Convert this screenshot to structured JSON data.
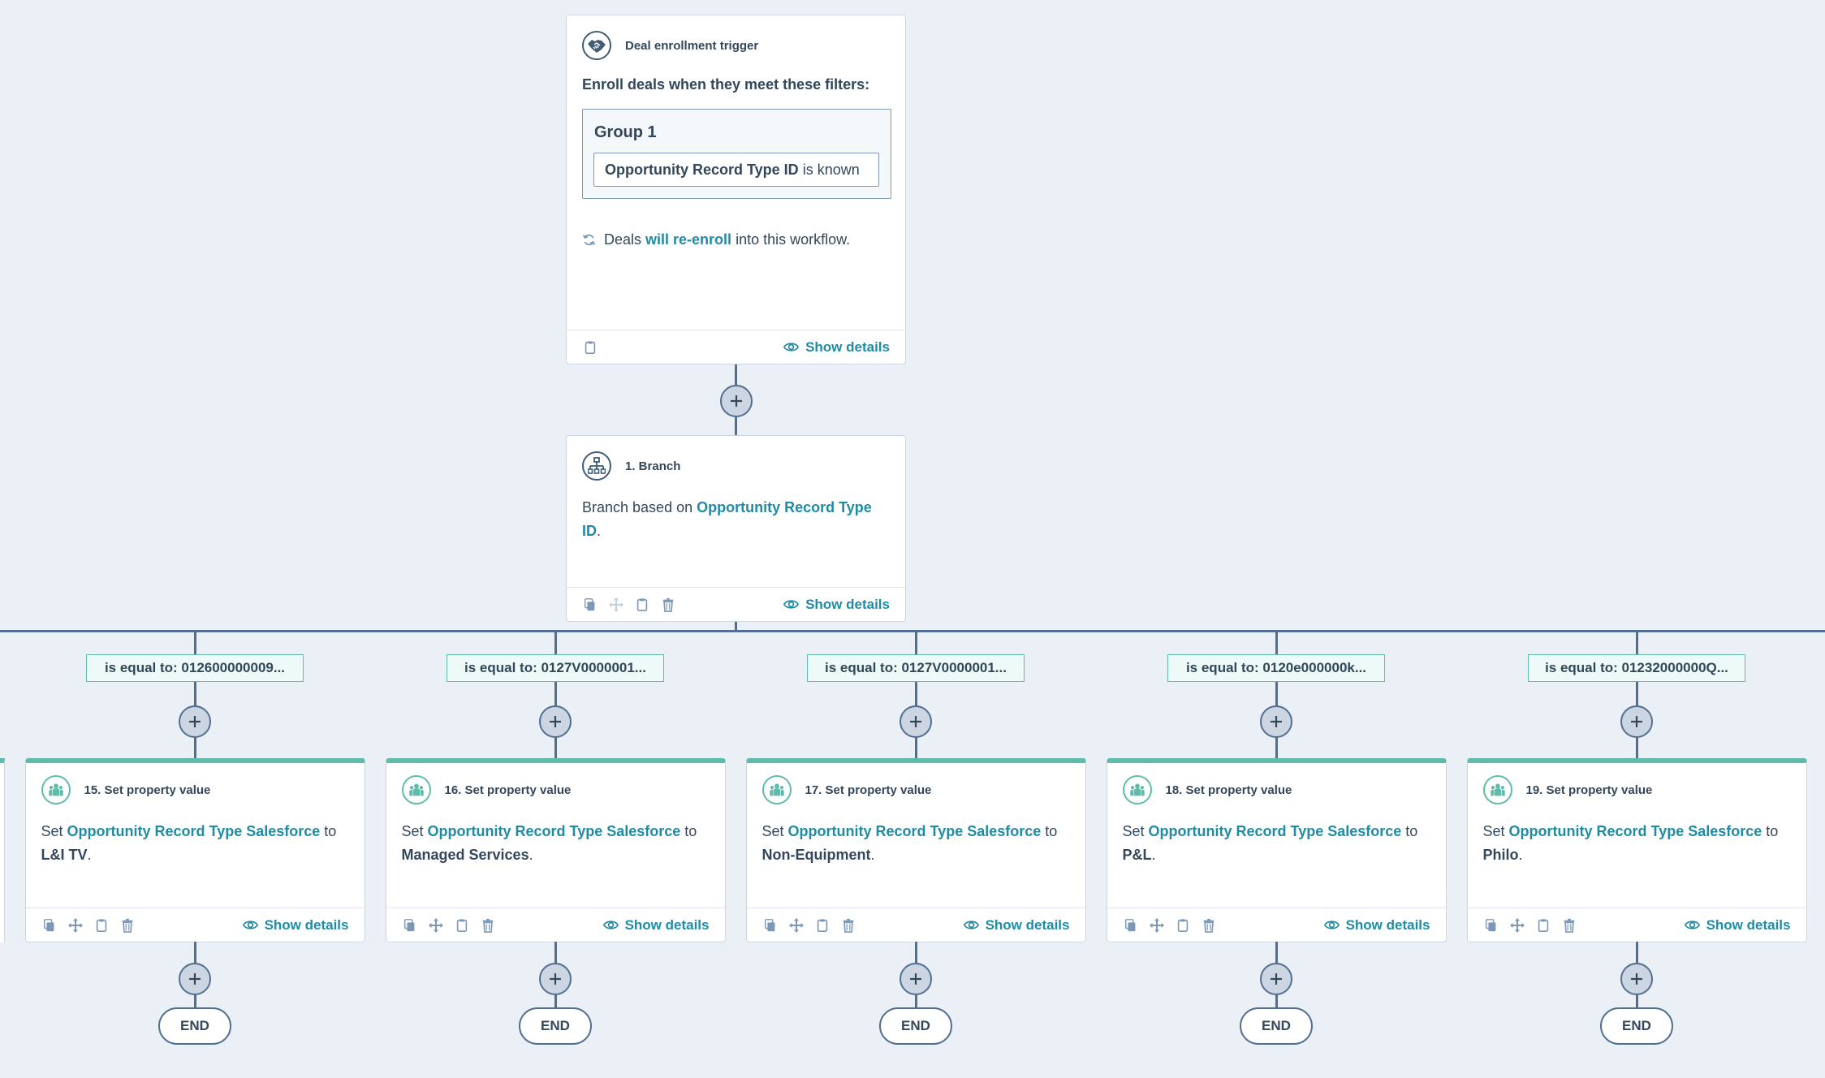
{
  "colors": {
    "background": "#eaf0f6",
    "accent_teal": "#5fbcaa",
    "link": "#1f8ba5",
    "connector": "#516f90"
  },
  "trigger": {
    "title": "Deal enrollment trigger",
    "icon": "handshake-icon",
    "subtitle": "Enroll deals when they meet these filters:",
    "group_title": "Group 1",
    "filter_property": "Opportunity Record Type ID",
    "filter_op": " is known",
    "reenroll_prefix": "Deals ",
    "reenroll_link": "will re-enroll",
    "reenroll_suffix": " into this workflow.",
    "show_details": "Show details"
  },
  "branch": {
    "title": "1. Branch",
    "icon": "branch-icon",
    "text_prefix": "Branch based on ",
    "text_link_1": "Opportunity Record Type",
    "text_link_2": "ID",
    "text_suffix": ".",
    "show_details": "Show details"
  },
  "branches": [
    {
      "condition": "is equal to: 012600000009...",
      "step": "15. Set property value",
      "prefix": "Set ",
      "property": "Opportunity Record Type Salesforce",
      "to": " to",
      "value": "L&I TV",
      "end_punct": ".",
      "show_details": "Show details",
      "end": "END"
    },
    {
      "condition": "is equal to: 0127V0000001...",
      "step": "16. Set property value",
      "prefix": "Set ",
      "property": "Opportunity Record Type Salesforce",
      "to": " to",
      "value": "Managed Services",
      "end_punct": ".",
      "show_details": "Show details",
      "end": "END"
    },
    {
      "condition": "is equal to: 0127V0000001...",
      "step": "17. Set property value",
      "prefix": "Set ",
      "property": "Opportunity Record Type Salesforce",
      "to": " to",
      "value": "Non-Equipment",
      "end_punct": ".",
      "show_details": "Show details",
      "end": "END"
    },
    {
      "condition": "is equal to: 0120e000000k...",
      "step": "18. Set property value",
      "prefix": "Set ",
      "property": "Opportunity Record Type Salesforce",
      "to": " to",
      "value": "P&L",
      "end_punct": ".",
      "show_details": "Show details",
      "end": "END"
    },
    {
      "condition": "is equal to: 01232000000Q...",
      "step": "19. Set property value",
      "prefix": "Set ",
      "property": "Opportunity Record Type Salesforce",
      "to": " to",
      "value": "Philo",
      "end_punct": ".",
      "show_details": "Show details",
      "end": "END"
    }
  ]
}
